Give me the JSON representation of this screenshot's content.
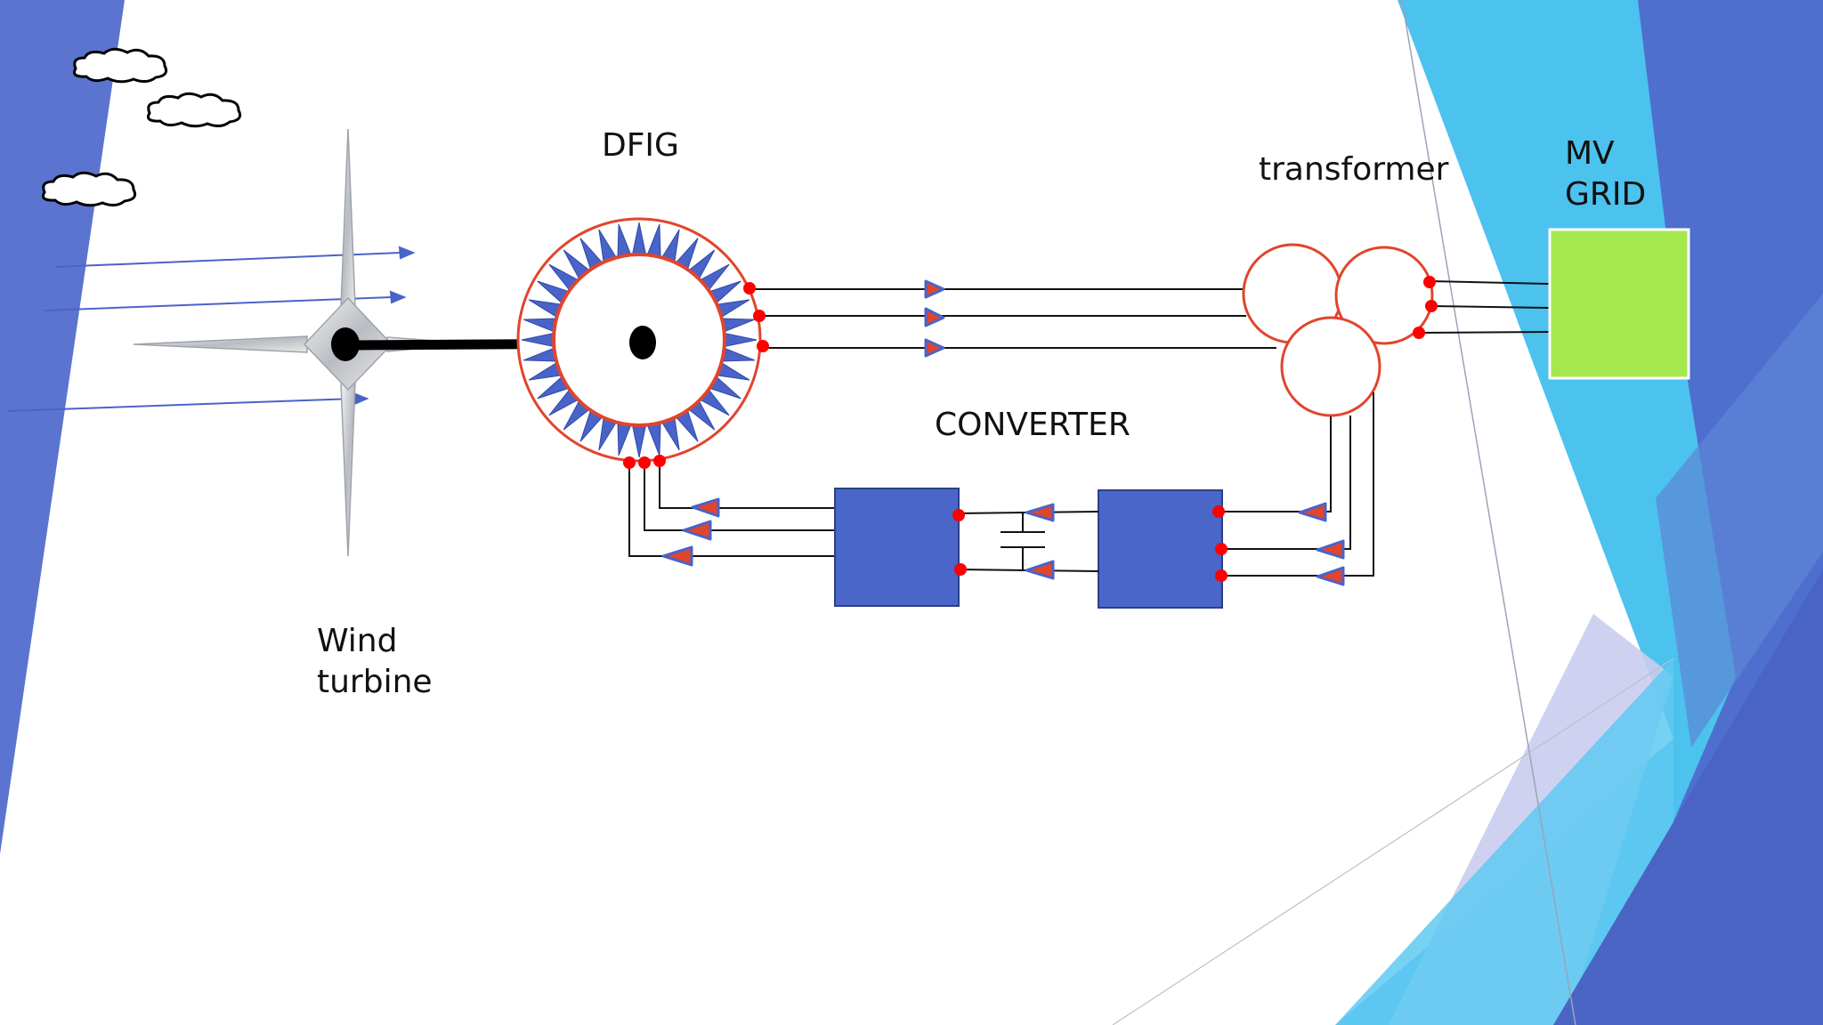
{
  "labels": {
    "dfig": "DFIG",
    "transformer": "transformer",
    "mv_grid_line1": "MV",
    "mv_grid_line2": "GRID",
    "converter": "CONVERTER",
    "wind_turbine_line1": "Wind",
    "wind_turbine_line2": "turbine"
  },
  "colors": {
    "background": "#ffffff",
    "left_band": "#5b74cf",
    "right_band_light": "#4cc2ee",
    "right_band_dark": "#4f6fcf",
    "stator_teeth": "#4a63c8",
    "ring_outline": "#e0452d",
    "terminal_dot": "#ff0000",
    "converter_block": "#4a66c8",
    "grid_block": "#a4e84d",
    "wire": "#111111"
  },
  "icons": {
    "clouds": "cloud-icon",
    "wind_arrows": "wind-arrow-icon",
    "turbine": "wind-turbine-icon",
    "shaft": "shaft",
    "generator": "dfig-generator-icon",
    "transformer": "transformer-icon",
    "converter_blocks": "converter-block-icon",
    "capacitor": "capacitor-icon",
    "grid": "mv-grid-block"
  }
}
